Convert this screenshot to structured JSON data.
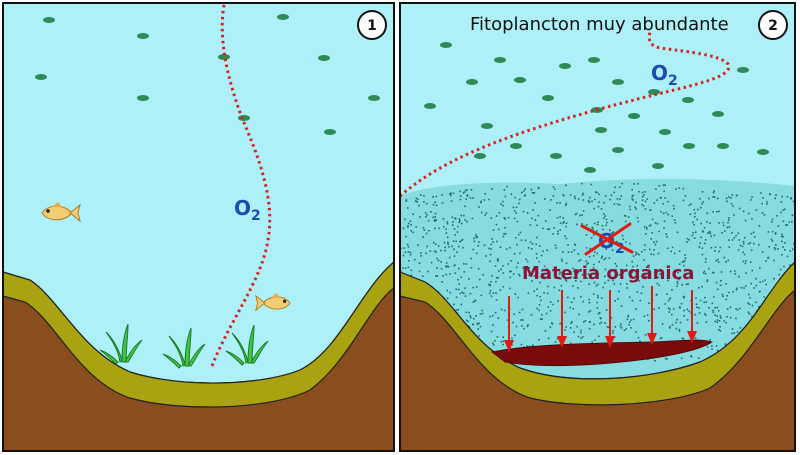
{
  "panel1": {
    "number": "1",
    "o2_label": "O",
    "o2_sub": "2"
  },
  "panel2": {
    "number": "2",
    "title": "Fitoplancton muy abundante",
    "o2_label": "O",
    "o2_sub": "2",
    "o2_crossed_label": "O",
    "o2_crossed_sub": "2",
    "organic_label": "Materia orgánica"
  },
  "colors": {
    "water": "#aef0f8",
    "mud": "#a9a312",
    "soil": "#8a4e1e",
    "plankton": "#2e8a56",
    "oxygen_line": "#d6231c",
    "o2_text": "#1f4bb0",
    "organic_text": "#8b1538",
    "sediment": "#7a0b0b",
    "arrow": "#e01b14",
    "cloud": "#1f6f6a"
  },
  "icons": {
    "fish": "fish-icon",
    "plant": "aquatic-plant-icon",
    "cross": "cross-icon",
    "arrow": "arrow-down-icon"
  }
}
